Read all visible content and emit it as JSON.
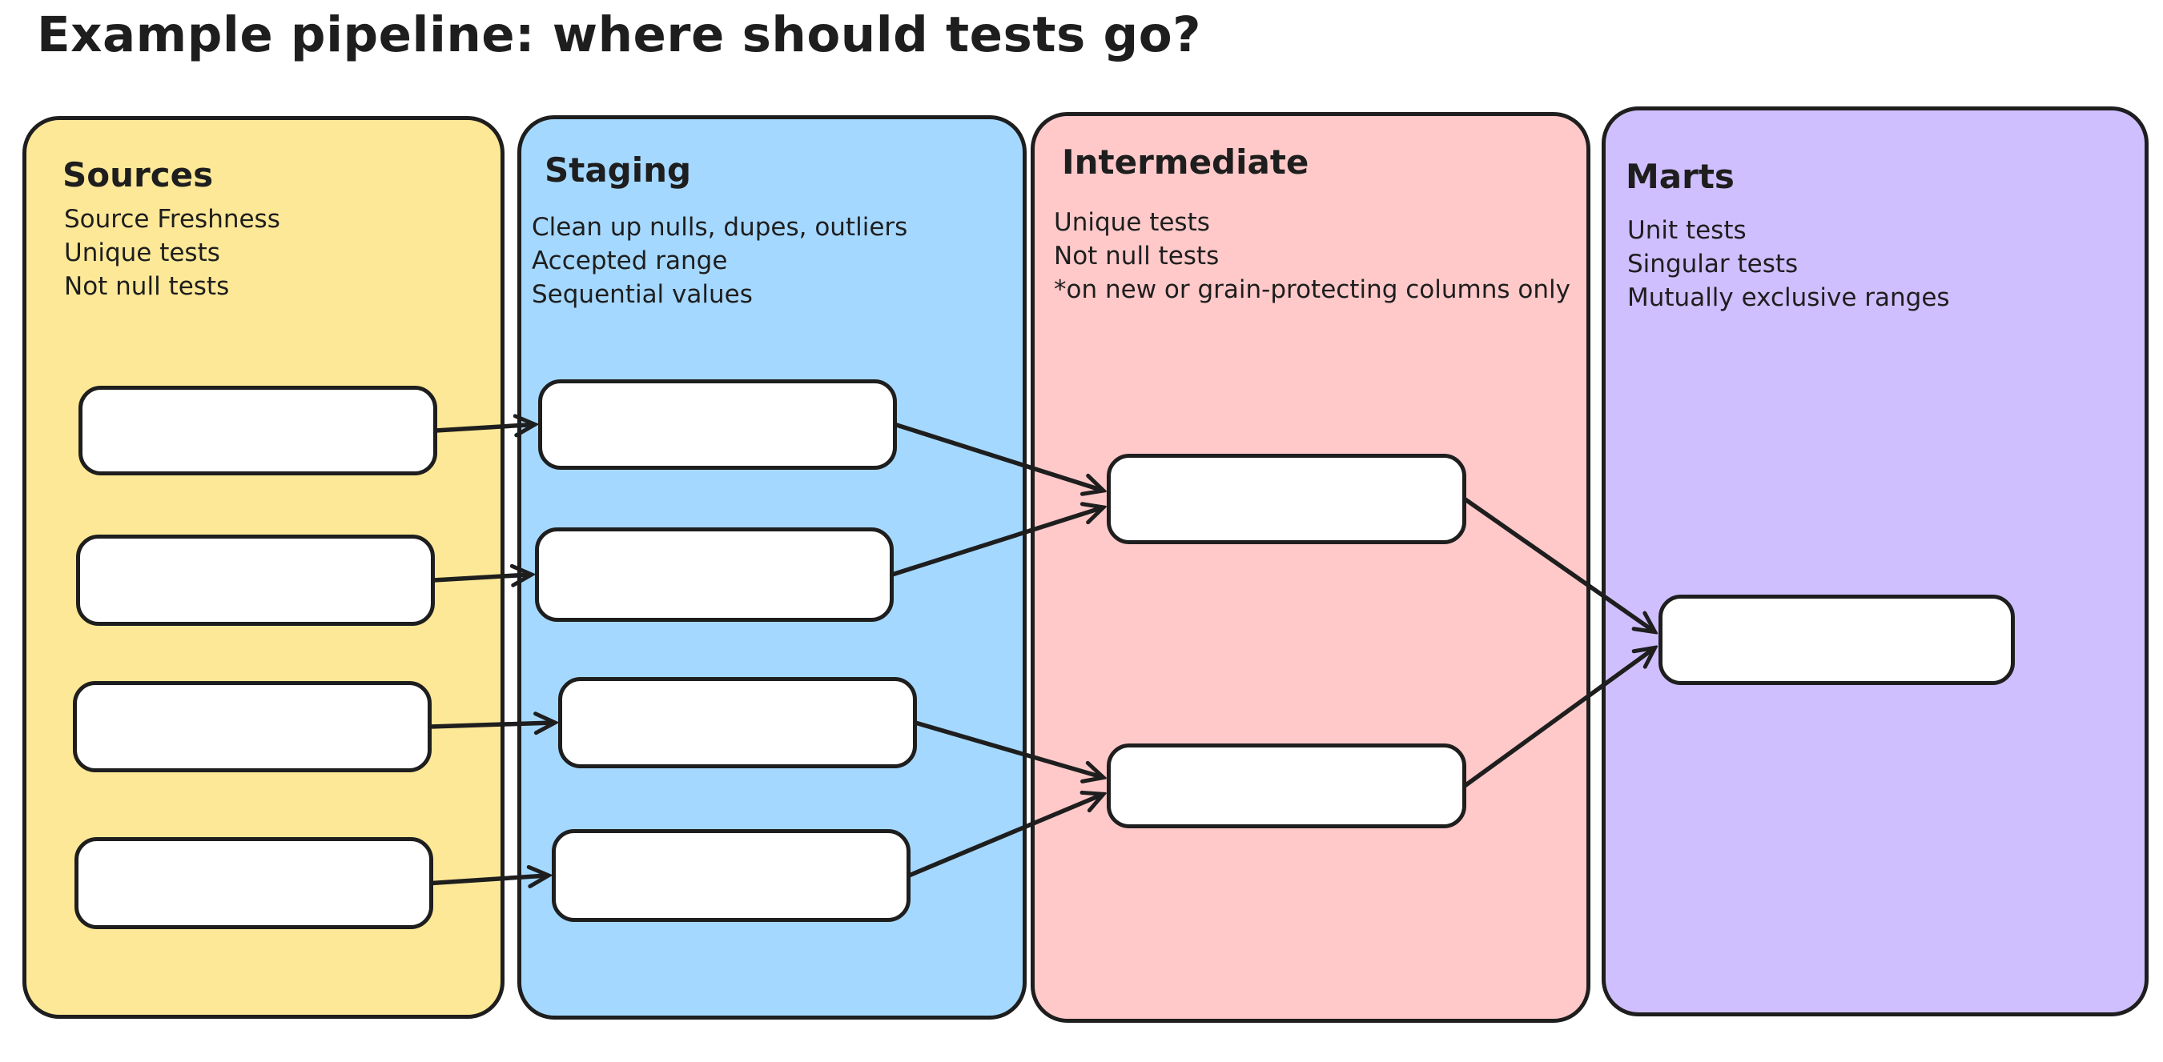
{
  "title": "Example pipeline: where should tests go?",
  "ink": "#1e1e1e",
  "node_fill": "#ffffff",
  "canvas_bg": "#ffffff",
  "columns": [
    {
      "id": "sources",
      "label": "Sources",
      "fill": "#fce897",
      "notes": [
        "Source Freshness",
        "Unique tests",
        "Not null tests"
      ],
      "nodes": [
        "src-1",
        "src-2",
        "src-3",
        "src-4"
      ]
    },
    {
      "id": "staging",
      "label": "Staging",
      "fill": "#a5d8ff",
      "notes": [
        "Clean up nulls, dupes, outliers",
        "Accepted range",
        "Sequential values"
      ],
      "nodes": [
        "stg-1",
        "stg-2",
        "stg-3",
        "stg-4"
      ]
    },
    {
      "id": "intermediate",
      "label": "Intermediate",
      "fill": "#ffc9c9",
      "notes": [
        "Unique tests",
        "Not null tests",
        "*on new or grain-protecting columns only"
      ],
      "nodes": [
        "int-1",
        "int-2"
      ]
    },
    {
      "id": "marts",
      "label": "Marts",
      "fill": "#d0bfff",
      "notes": [
        "Unit tests",
        "Singular tests",
        "Mutually exclusive ranges"
      ],
      "nodes": [
        "mart-1"
      ]
    }
  ],
  "edges": [
    {
      "from": "src-1",
      "to": "stg-1"
    },
    {
      "from": "src-2",
      "to": "stg-2"
    },
    {
      "from": "src-3",
      "to": "stg-3"
    },
    {
      "from": "src-4",
      "to": "stg-4"
    },
    {
      "from": "stg-1",
      "to": "int-1"
    },
    {
      "from": "stg-2",
      "to": "int-1"
    },
    {
      "from": "stg-3",
      "to": "int-2"
    },
    {
      "from": "stg-4",
      "to": "int-2"
    },
    {
      "from": "int-1",
      "to": "mart-1"
    },
    {
      "from": "int-2",
      "to": "mart-1"
    }
  ]
}
